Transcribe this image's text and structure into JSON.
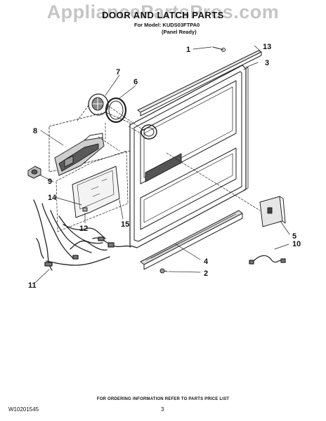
{
  "watermark": "AppliancePartsPros.com",
  "title": "DOOR AND LATCH PARTS",
  "subtitle_model": "For Model: KUDS03FTPA0",
  "subtitle_variant": "(Panel Ready)",
  "footer_note": "FOR ORDERING INFORMATION REFER TO PARTS PRICE LIST",
  "document_number": "W10201545",
  "page_number": "3",
  "callouts": [
    "1",
    "2",
    "3",
    "4",
    "5",
    "6",
    "7",
    "8",
    "9",
    "10",
    "11",
    "12",
    "13",
    "14",
    "15"
  ]
}
